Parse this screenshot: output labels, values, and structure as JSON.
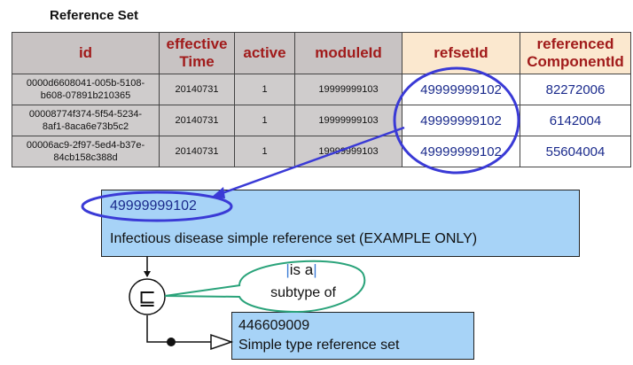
{
  "title": "Reference Set",
  "table": {
    "headers": [
      {
        "lines": [
          "id"
        ],
        "style": "gray"
      },
      {
        "lines": [
          "effective",
          "Time"
        ],
        "style": "gray"
      },
      {
        "lines": [
          "active"
        ],
        "style": "gray"
      },
      {
        "lines": [
          "moduleId"
        ],
        "style": "gray"
      },
      {
        "lines": [
          "refsetId"
        ],
        "style": "peach"
      },
      {
        "lines": [
          "referenced",
          "ComponentId"
        ],
        "style": "peach"
      }
    ],
    "rows": [
      {
        "id": [
          "0000d6608041-005b-5108-",
          "b608-07891b210365"
        ],
        "effectiveTime": "20140731",
        "active": "1",
        "moduleId": "19999999103",
        "refsetId": "49999999102",
        "referencedComponentId": "82272006"
      },
      {
        "id": [
          "00008774f374-5f54-5234-",
          "8af1-8aca6e73b5c2"
        ],
        "effectiveTime": "20140731",
        "active": "1",
        "moduleId": "19999999103",
        "refsetId": "49999999102",
        "referencedComponentId": "6142004"
      },
      {
        "id": [
          "00006ac9-2f97-5ed4-b37e-",
          "84cb158c388d"
        ],
        "effectiveTime": "20140731",
        "active": "1",
        "moduleId": "19999999103",
        "refsetId": "49999999102",
        "referencedComponentId": "55604004"
      }
    ]
  },
  "concept": {
    "code": "49999999102",
    "term": "Infectious disease simple reference set (EXAMPLE ONLY)"
  },
  "relationship": {
    "symbol": "⊑",
    "label_top": "is a",
    "label_bottom": "subtype of"
  },
  "parent": {
    "code": "446609009",
    "term": "Simple type reference set"
  },
  "colors": {
    "highlight": "#3a3ad6",
    "bubble_border": "#2aa37a",
    "box_fill": "#a7d3f7"
  }
}
